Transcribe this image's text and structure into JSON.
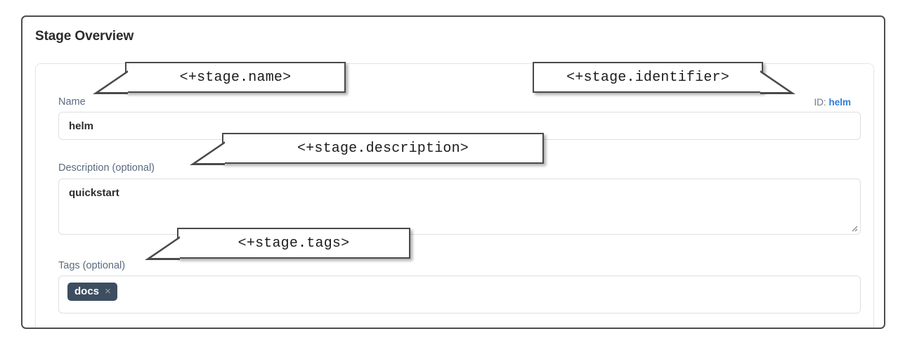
{
  "panel": {
    "title": "Stage Overview"
  },
  "form": {
    "name_field": {
      "label": "Name",
      "value": "helm",
      "placeholder": ""
    },
    "identifier": {
      "prefix": "ID:",
      "value": "helm"
    },
    "description_field": {
      "label": "Description (optional)",
      "value": "quickstart",
      "placeholder": ""
    },
    "tags_field": {
      "label": "Tags (optional)",
      "placeholder": "",
      "tags": [
        {
          "label": "docs",
          "remove_glyph": "×"
        }
      ]
    }
  },
  "annotations": [
    {
      "text": "<+stage.name>",
      "pointer": "left"
    },
    {
      "text": "<+stage.identifier>",
      "pointer": "right"
    },
    {
      "text": "<+stage.description>",
      "pointer": "left"
    },
    {
      "text": "<+stage.tags>",
      "pointer": "left"
    }
  ],
  "colors": {
    "frame_border": "#4d4d4d",
    "label": "#5a6b80",
    "link": "#2e7ddb",
    "tag_chip_bg": "#3d4e60",
    "callout_border": "#4a4a4a"
  }
}
